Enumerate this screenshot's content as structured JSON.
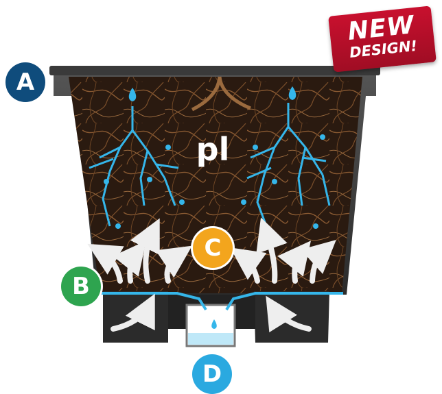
{
  "banner": {
    "line1": "NEW",
    "line2": "DESIGN!"
  },
  "logo": {
    "text": "pl"
  },
  "labels": {
    "a": "A",
    "b": "B",
    "c": "C",
    "d": "D"
  },
  "colors": {
    "badge_a": "#0f4c7c",
    "badge_b": "#2ea44f",
    "badge_c": "#f3a51d",
    "badge_d": "#2aa9e0",
    "banner": "#c8102e",
    "soil": "#2a1a10",
    "roots": "#8a5a32",
    "water": "#35b6ea"
  }
}
